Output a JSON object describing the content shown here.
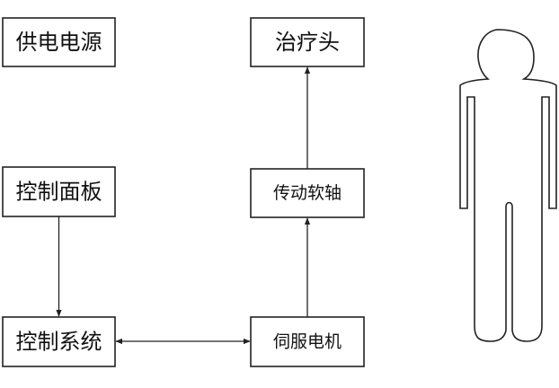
{
  "boxes": {
    "power_supply": "供电电源",
    "control_panel": "控制面板",
    "control_system": "控制系统",
    "treatment_head": "治疗头",
    "flexible_shaft": "传动软轴",
    "servo_motor": "伺服电机"
  }
}
